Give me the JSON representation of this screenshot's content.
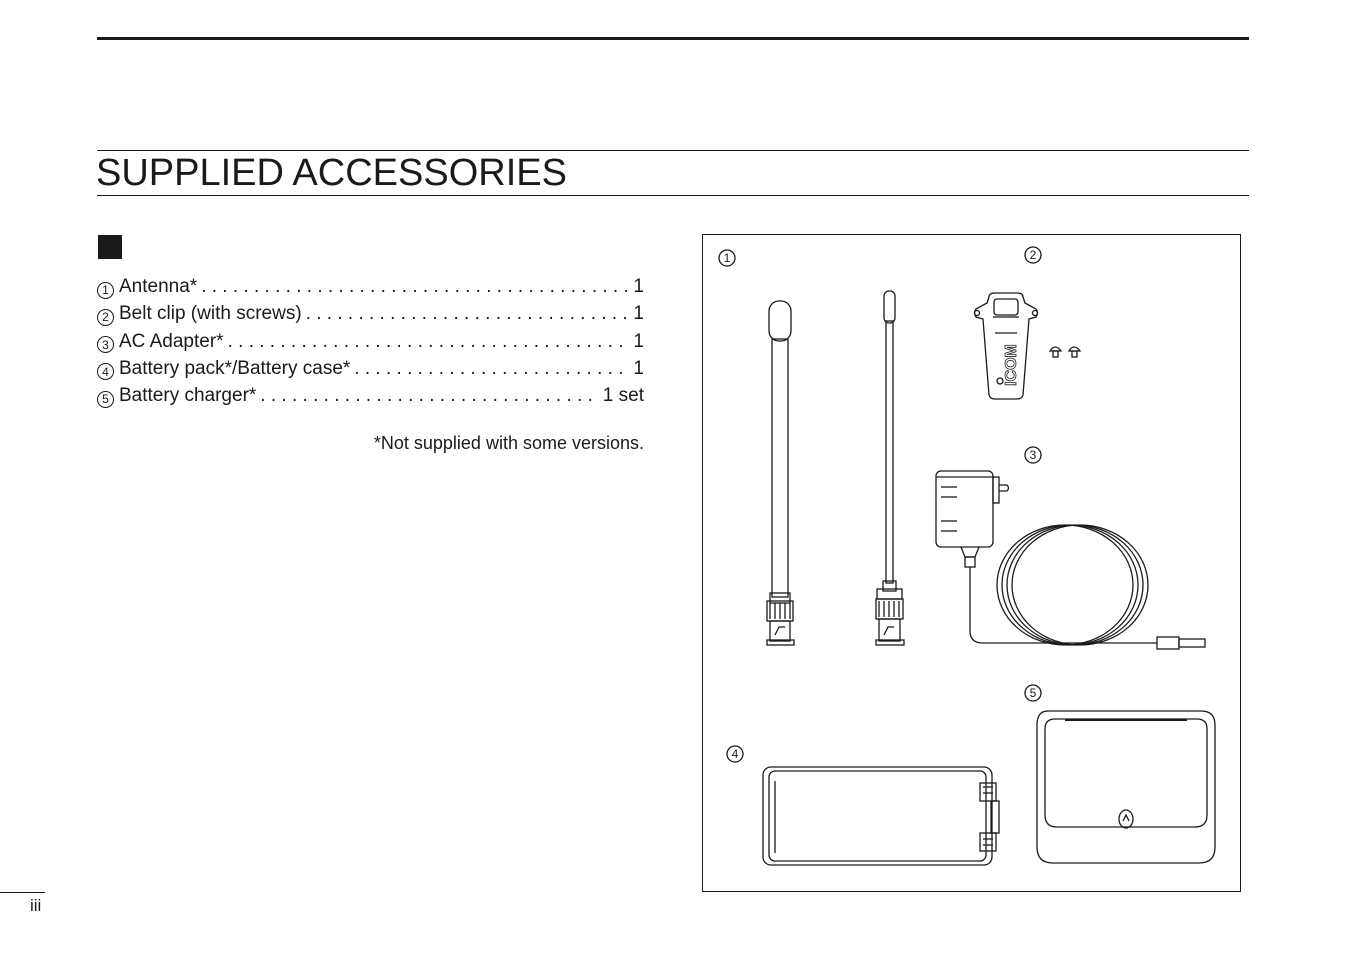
{
  "page": {
    "title": "SUPPLIED ACCESSORIES",
    "page_number": "iii"
  },
  "accessories": [
    {
      "num": "1",
      "name": "Antenna*",
      "qty": "1"
    },
    {
      "num": "2",
      "name": "Belt clip (with screws)",
      "qty": "1"
    },
    {
      "num": "3",
      "name": "AC Adapter*",
      "qty": "1"
    },
    {
      "num": "4",
      "name": "Battery pack*/Battery case*",
      "qty": "1"
    },
    {
      "num": "5",
      "name": "Battery charger*",
      "qty": "1 set"
    }
  ],
  "footnote": "*Not supplied with some versions.",
  "figure": {
    "callouts": [
      "1",
      "2",
      "3",
      "4",
      "5"
    ],
    "clip_logo": "ICOM"
  }
}
